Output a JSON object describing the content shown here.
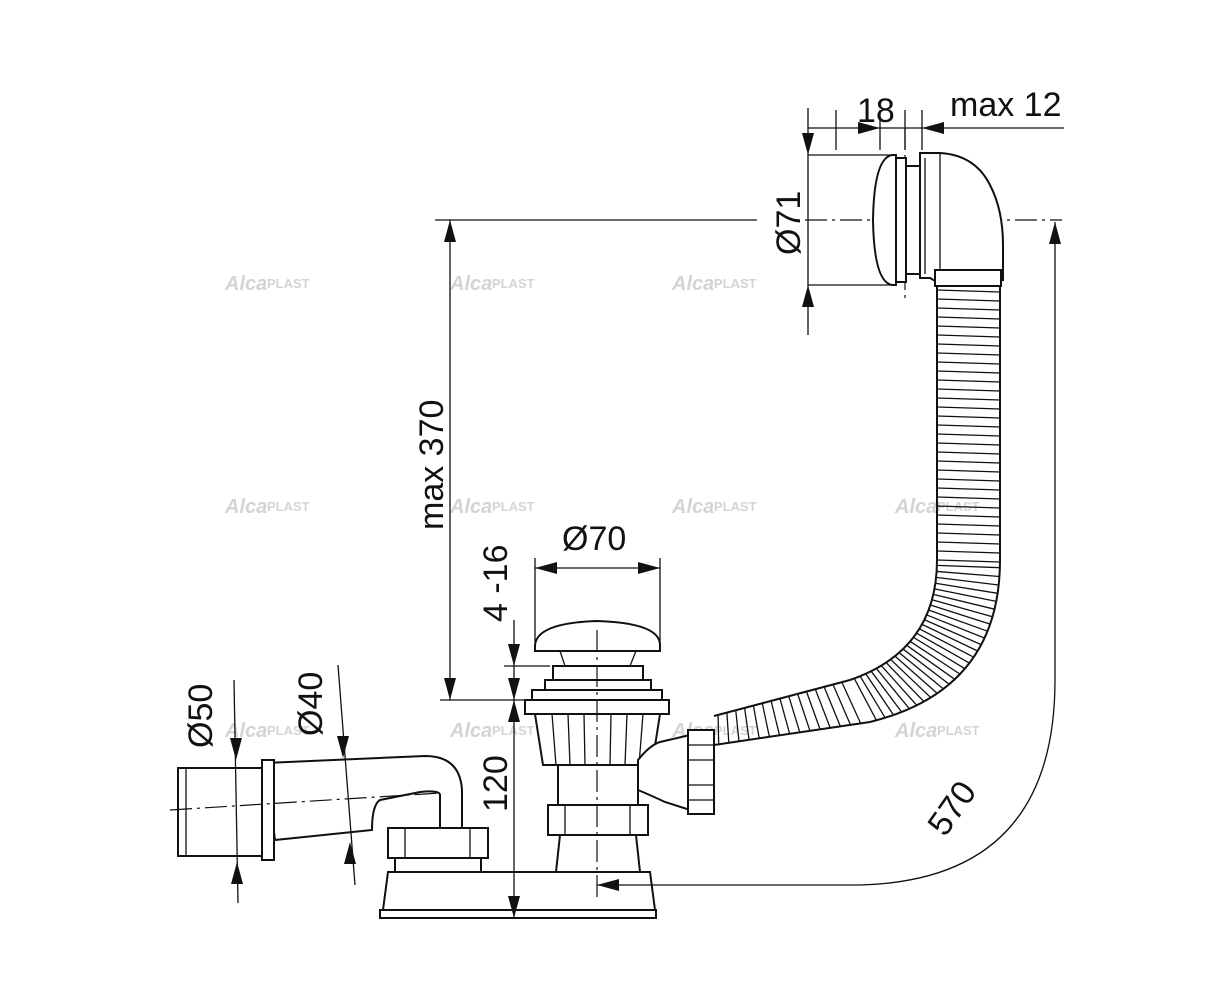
{
  "dimensions": {
    "width_18": "18",
    "max_12": "max 12",
    "dia_71": "Ø71",
    "max_370": "max 370",
    "range_4_16": "4 -16",
    "dia_70": "Ø70",
    "dia_50": "Ø50",
    "dia_40": "Ø40",
    "height_120": "120",
    "length_570": "570"
  },
  "watermark": {
    "brand_main": "Alca",
    "brand_sub": "PLAST"
  },
  "colors": {
    "line": "#111111",
    "watermark": "#d4d4d4",
    "background": "#ffffff"
  }
}
